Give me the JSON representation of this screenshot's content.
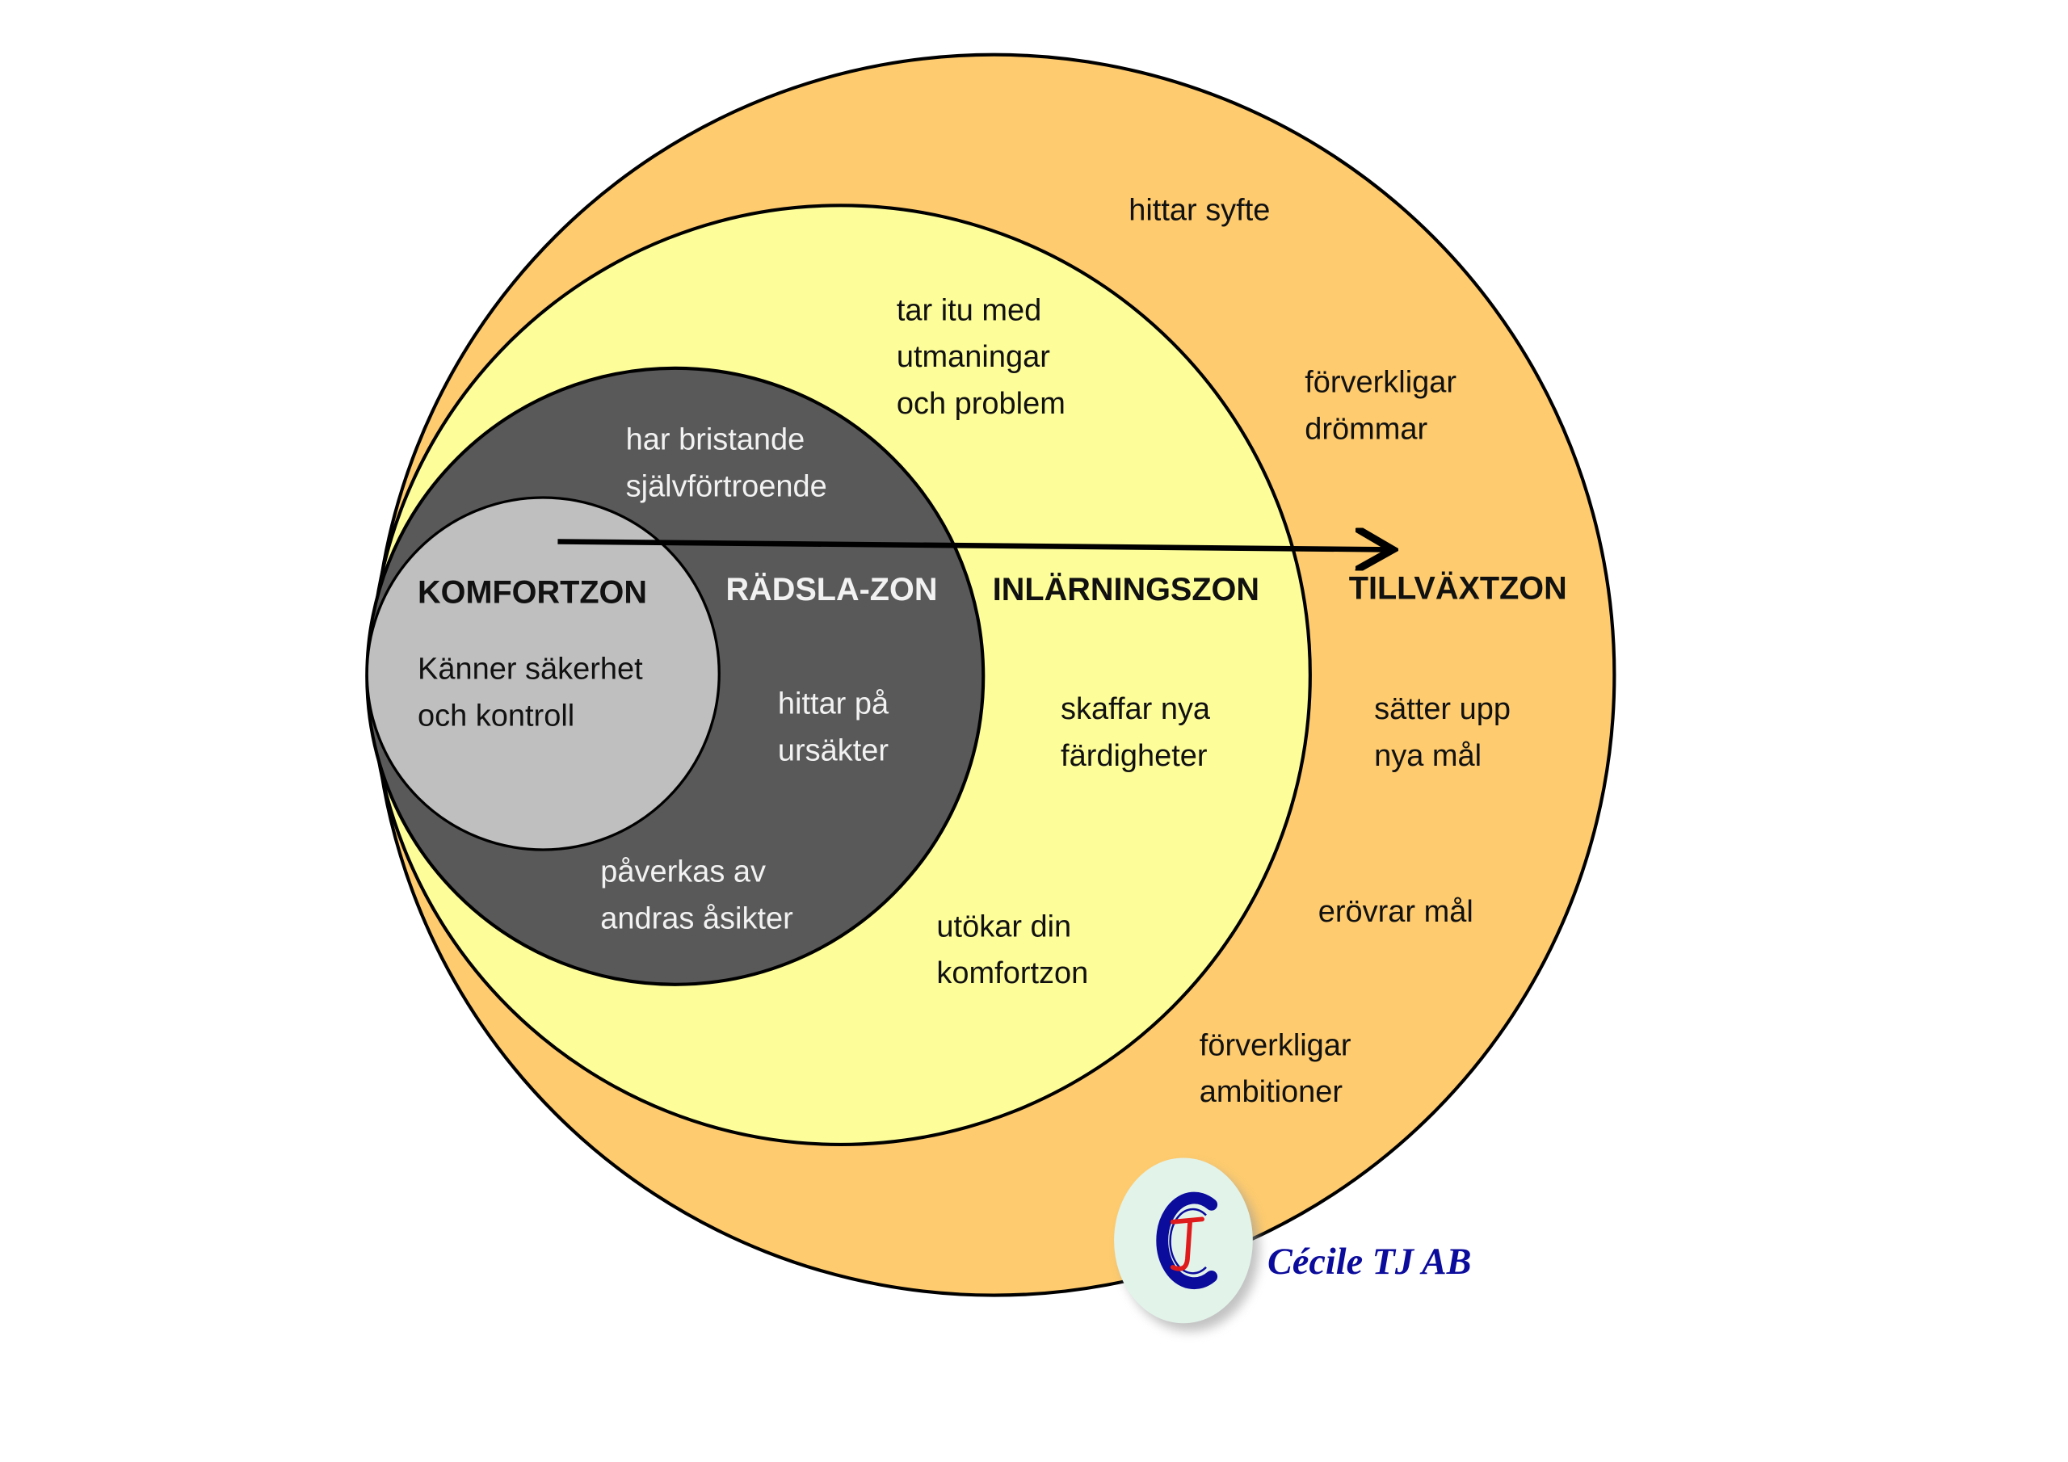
{
  "colors": {
    "growth_zone": "#FECB6E",
    "learning_zone": "#FDFD9A",
    "fear_zone": "#595959",
    "comfort_zone": "#BFBFBF",
    "logo_blue": "#0b0b9c",
    "logo_red": "#e01b1b"
  },
  "zones": {
    "comfort": {
      "title": "KOMFORTZON",
      "lines": [
        "Känner säkerhet",
        "och kontroll"
      ]
    },
    "fear": {
      "title": "RÄDSLA-ZON",
      "items": [
        [
          "har bristande",
          "självförtroende"
        ],
        [
          "hittar på",
          "ursäkter"
        ],
        [
          "påverkas av",
          "andras åsikter"
        ]
      ]
    },
    "learning": {
      "title": "INLÄRNINGSZON",
      "items": [
        [
          "tar itu med",
          "utmaningar",
          "och problem"
        ],
        [
          "skaffar nya",
          "färdigheter"
        ],
        [
          "utökar din",
          "komfortzon"
        ]
      ]
    },
    "growth": {
      "title": "TILLVÄXTZON",
      "items": [
        [
          "hittar syfte"
        ],
        [
          "förverkligar",
          "drömmar"
        ],
        [
          "sätter upp",
          "nya mål"
        ],
        [
          "erövrar mål"
        ],
        [
          "förverkligar",
          "ambitioner"
        ]
      ]
    }
  },
  "logo": {
    "monogram": "CJ",
    "text": "Cécile TJ AB"
  }
}
